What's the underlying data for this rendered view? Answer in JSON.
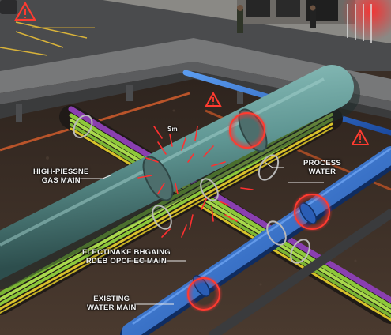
{
  "labels": {
    "gas_main": {
      "line1": "HIGH-PIESSNE",
      "line2": "GAS MAIN"
    },
    "process_water": {
      "line1": "PROCESS",
      "line2": "WATER"
    },
    "electrical": {
      "line1": "ELECTINAKE BHGAING",
      "line2": "RDEB OPCF EC MAIN"
    },
    "existing_water": {
      "line1": "EXISTING",
      "line2": "WATER MAIN"
    },
    "sm_tag": "Sm"
  },
  "colors": {
    "soil": "#3e3028",
    "concrete": "#6f7072",
    "gas_pipe": "#5f9693",
    "water_pipe": "#2f6fd0",
    "warning_red": "#e0302a",
    "cable_green": "#8dc83a",
    "cable_purple": "#8a3fb0",
    "cable_yellow": "#d8c22a"
  },
  "icons": [
    "warning-triangle-icon",
    "warning-triangle-icon",
    "warning-triangle-icon"
  ]
}
